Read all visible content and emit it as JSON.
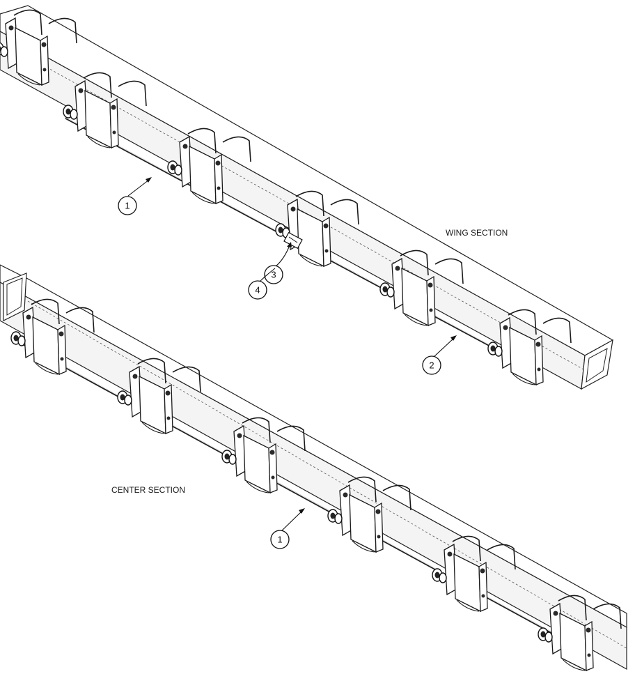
{
  "labels": {
    "wing_section": "WING SECTION",
    "center_section": "CENTER SECTION"
  },
  "callouts": {
    "wing_rod": "1",
    "wing_extension": "2",
    "wing_part_3": "3",
    "wing_part_4": "4",
    "center_rod": "1"
  }
}
